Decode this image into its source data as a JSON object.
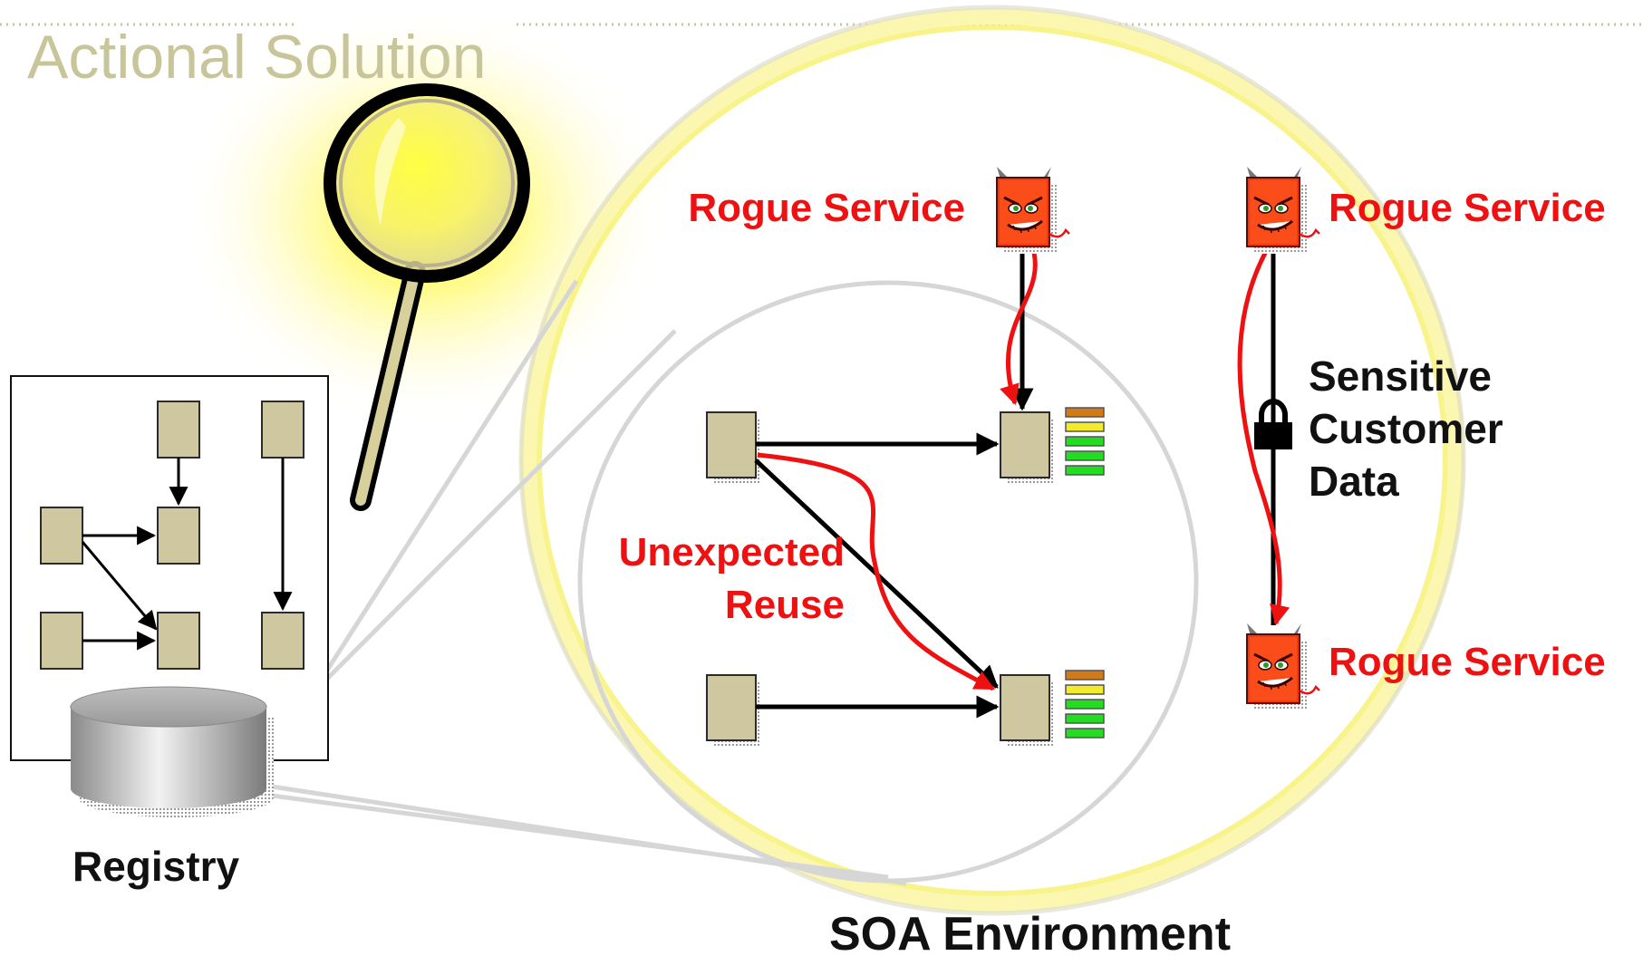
{
  "slide": {
    "title": "Actional Solution"
  },
  "labels": {
    "rogue_top_left": "Rogue Service",
    "rogue_top_right": "Rogue Service",
    "rogue_bottom_right": "Rogue Service",
    "unexpected_line1": "Unexpected",
    "unexpected_line2": "Reuse",
    "sensitive_line1": "Sensitive",
    "sensitive_line2": "Customer",
    "sensitive_line3": "Data",
    "registry": "Registry",
    "soa_environment": "SOA Environment"
  },
  "icons": {
    "magnifier": "magnifying-glass-icon",
    "registry": "database-cylinder-icon",
    "rogue": "devil-service-icon",
    "lock": "padlock-icon",
    "status": "health-meter-icon"
  },
  "colors": {
    "title": "#c9c59a",
    "service_box": "#cfc7a0",
    "alert_red": "#ee1111",
    "halo_yellow": "#f8f070",
    "meter_orange": "#d07a1a",
    "meter_yellow": "#f2ec2a",
    "meter_green": "#22dd22"
  }
}
